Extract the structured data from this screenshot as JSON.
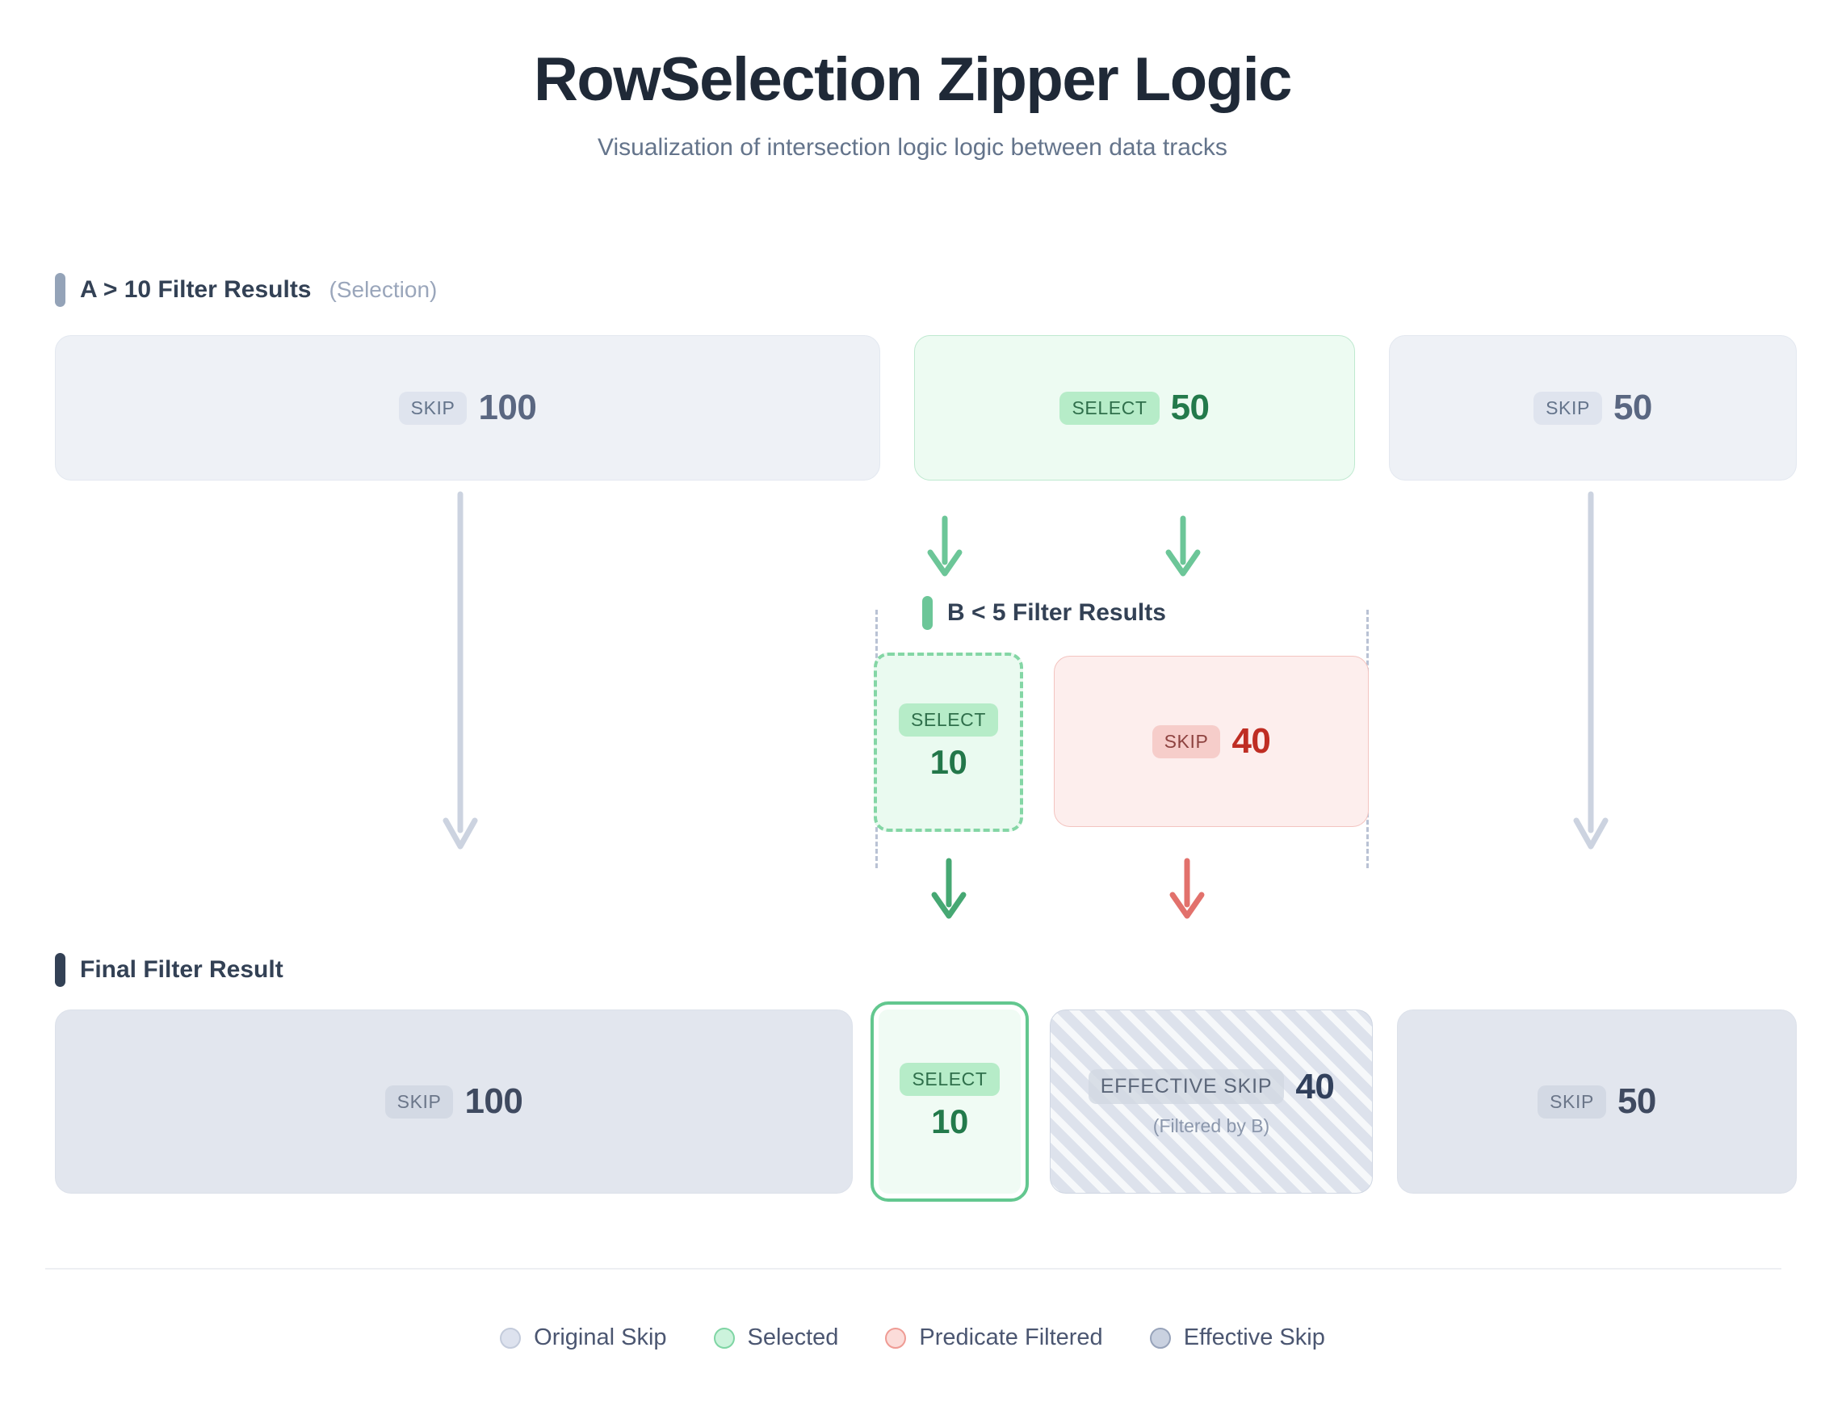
{
  "header": {
    "title": "RowSelection Zipper Logic",
    "subtitle": "Visualization of intersection logic logic between data tracks"
  },
  "sections": {
    "track_a": {
      "title": "A > 10 Filter Results",
      "suffix": "(Selection)"
    },
    "track_b": {
      "title": "B < 5 Filter Results"
    },
    "final": {
      "title": "Final Filter Result"
    }
  },
  "track_a_blocks": [
    {
      "label": "SKIP",
      "value": "100",
      "kind": "skip"
    },
    {
      "label": "SELECT",
      "value": "50",
      "kind": "select"
    },
    {
      "label": "SKIP",
      "value": "50",
      "kind": "skip"
    }
  ],
  "track_b_blocks": [
    {
      "label": "SELECT",
      "value": "10",
      "kind": "select-dashed"
    },
    {
      "label": "SKIP",
      "value": "40",
      "kind": "filtered"
    }
  ],
  "final_blocks": [
    {
      "label": "SKIP",
      "value": "100",
      "kind": "skip-final"
    },
    {
      "label": "SELECT",
      "value": "10",
      "kind": "select-final"
    },
    {
      "label": "EFFECTIVE SKIP",
      "value": "40",
      "kind": "effective",
      "note": "(Filtered by B)"
    },
    {
      "label": "SKIP",
      "value": "50",
      "kind": "skip-final"
    }
  ],
  "legend": [
    {
      "label": "Original Skip",
      "color": "#dde2ee",
      "border": "#c3cbdb"
    },
    {
      "label": "Selected",
      "color": "#ccf3dc",
      "border": "#7fd5a4"
    },
    {
      "label": "Predicate Filtered",
      "color": "#fbdcd9",
      "border": "#ef9b94"
    },
    {
      "label": "Effective Skip",
      "color": "#c9d1e0",
      "border": "#97a3ba"
    }
  ],
  "chart_data": {
    "type": "bar",
    "title": "RowSelection Zipper Logic",
    "categories": [
      "A>10 skip",
      "A>10 select",
      "A>10 skip",
      "B<5 select",
      "B<5 skip",
      "final skip",
      "final select",
      "final effective skip",
      "final skip"
    ],
    "values": [
      100,
      50,
      50,
      10,
      40,
      100,
      10,
      40,
      50
    ]
  }
}
